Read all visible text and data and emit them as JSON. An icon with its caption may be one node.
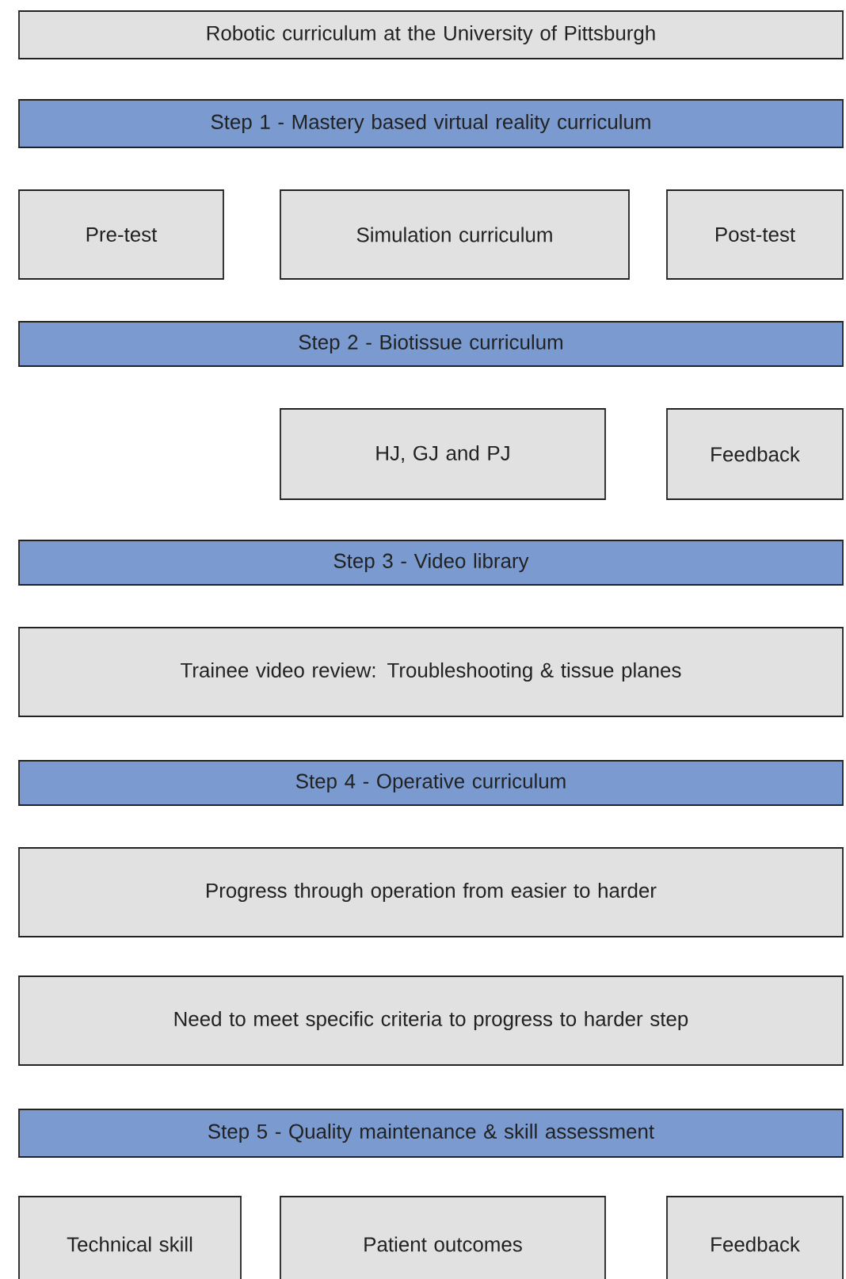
{
  "diagram": {
    "nodes": [
      {
        "text": [
          "Robotic curriculum at the University of Pittsburgh"
        ]
      },
      {
        "text": [
          "Step 1 - Mastery based virtual reality curriculum"
        ]
      },
      {
        "text": [
          "Pre-test"
        ]
      },
      {
        "text": [
          "Simulation curriculum"
        ]
      },
      {
        "text": [
          "Post-test"
        ]
      },
      {
        "text": [
          "Step 2 - Biotissue curriculum"
        ]
      },
      {
        "text": [
          "HJ, GJ and PJ"
        ]
      },
      {
        "text": [
          "Feedback"
        ]
      },
      {
        "text": [
          "Step 3 - Video library"
        ]
      },
      {
        "text": [
          "Trainee video review: Troubleshooting & tissue planes"
        ]
      },
      {
        "text": [
          "Step 4 - Operative curriculum"
        ]
      },
      {
        "text": [
          "Progress through operation from easier to harder"
        ]
      },
      {
        "text": [
          "Need to meet specific criteria to progress to harder step"
        ]
      },
      {
        "text": [
          "Step 5 - Quality maintenance & skill assessment"
        ]
      },
      {
        "text": [
          "Technical skill"
        ]
      },
      {
        "text": [
          "Patient outcomes"
        ]
      },
      {
        "text": [
          "Feedback"
        ]
      }
    ]
  }
}
